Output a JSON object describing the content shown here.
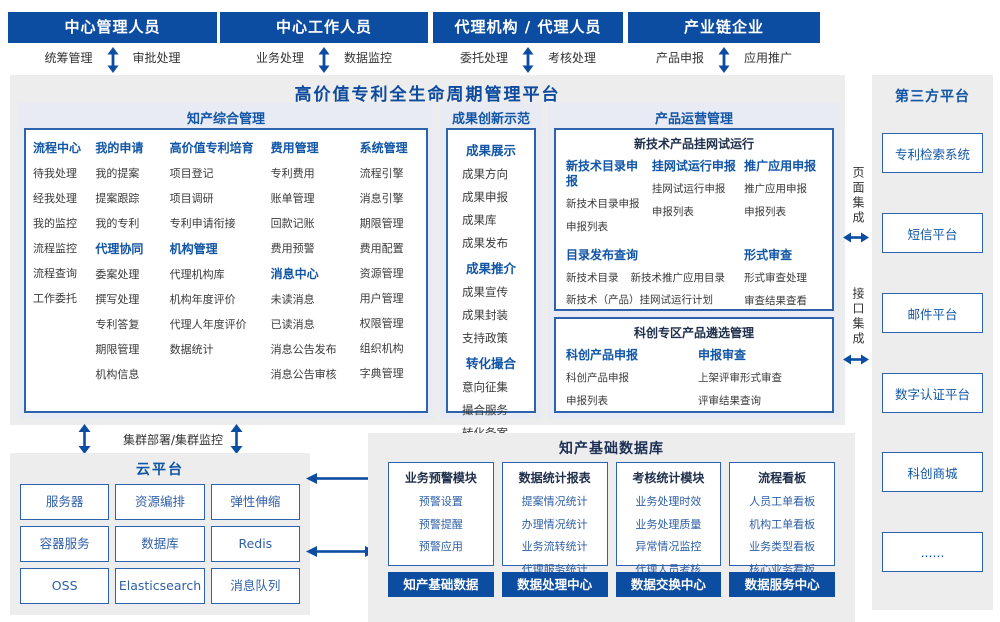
{
  "colors": {
    "primary": "#0d4da1",
    "accent_blue": "#1155a6",
    "box_border": "#2d63ad",
    "panel_bg": "#ededed",
    "section_bg": "#e8eaf4",
    "dark_title": "#20304c",
    "item_text": "#3a3a3a",
    "link_blue": "#2e5fa7"
  },
  "actors": [
    {
      "title": "中心管理人员",
      "left": "统筹管理",
      "right": "审批处理"
    },
    {
      "title": "中心工作人员",
      "left": "业务处理",
      "right": "数据监控"
    },
    {
      "title": "代理机构 / 代理人员",
      "left": "委托处理",
      "right": "考核处理"
    },
    {
      "title": "产业链企业",
      "left": "产品申报",
      "right": "应用推广"
    }
  ],
  "platform_title": "高价值专利全生命周期管理平台",
  "ip": {
    "title": "知产综合管理",
    "columns": [
      {
        "groups": [
          {
            "header": "流程中心",
            "items": [
              "待我处理",
              "经我处理",
              "我的监控",
              "流程监控",
              "流程查询",
              "工作委托"
            ]
          }
        ]
      },
      {
        "groups": [
          {
            "header": "我的申请",
            "items": [
              "我的提案",
              "提案跟踪",
              "我的专利"
            ]
          },
          {
            "header": "代理协同",
            "items": [
              "委案处理",
              "撰写处理",
              "专利答复",
              "期限管理",
              "机构信息"
            ]
          }
        ]
      },
      {
        "groups": [
          {
            "header": "高价值专利培育",
            "items": [
              "项目登记",
              "项目调研",
              "专利申请衔接"
            ]
          },
          {
            "header": "机构管理",
            "items": [
              "代理机构库",
              "机构年度评价",
              "代理人年度评价",
              "数据统计"
            ]
          }
        ]
      },
      {
        "groups": [
          {
            "header": "费用管理",
            "items": [
              "专利费用",
              "账单管理",
              "回款记账",
              "费用预警"
            ]
          },
          {
            "header": "消息中心",
            "items": [
              "未读消息",
              "已读消息",
              "消息公告发布",
              "消息公告审核"
            ]
          }
        ]
      },
      {
        "groups": [
          {
            "header": "系统管理",
            "items": [
              "流程引擎",
              "消息引擎",
              "期限管理",
              "费用配置",
              "资源管理",
              "用户管理",
              "权限管理",
              "组织机构",
              "字典管理"
            ]
          }
        ]
      }
    ]
  },
  "achievement": {
    "title": "成果创新示范",
    "groups": [
      {
        "header": "成果展示",
        "items": [
          "成果方向",
          "成果申报",
          "成果库",
          "成果发布"
        ]
      },
      {
        "header": "成果推介",
        "items": [
          "成果宣传",
          "成果封装",
          "支持政策"
        ]
      },
      {
        "header": "转化撮合",
        "items": [
          "意向征集",
          "撮合服务",
          "转化备案"
        ]
      }
    ]
  },
  "product_ops": {
    "title": "产品运营管理",
    "online_trial": {
      "title": "新技术产品挂网试运行",
      "groups": [
        {
          "header": "新技术目录申报",
          "items": [
            "新技术目录申报",
            "申报列表"
          ]
        },
        {
          "header": "挂网试运行申报",
          "items": [
            "挂网试运行申报",
            "申报列表"
          ]
        },
        {
          "header": "推广应用申报",
          "items": [
            "推广应用申报",
            "申报列表"
          ]
        }
      ],
      "catalog": {
        "header": "目录发布查询",
        "row1": [
          "新技术目录",
          "新技术推广应用目录"
        ],
        "row2": "新技术（产品）挂网试运行计划"
      },
      "review": {
        "header": "形式审查",
        "items": [
          "形式审查处理",
          "审查结果查看"
        ]
      }
    },
    "sci": {
      "title": "科创专区产品遴选管理",
      "groups": [
        {
          "header": "科创产品申报",
          "items": [
            "科创产品申报",
            "申报列表"
          ]
        },
        {
          "header": "申报审查",
          "items": [
            "上架评审形式审查",
            "评审结果查询"
          ]
        }
      ]
    }
  },
  "third_party": {
    "title": "第三方平台",
    "boxes": [
      "专利检索系统",
      "短信平台",
      "邮件平台",
      "数字认证平台",
      "科创商城",
      "......"
    ]
  },
  "integration": {
    "page": "页面集成",
    "interface": "接口集成"
  },
  "cluster_label": "集群部署/集群监控",
  "cloud": {
    "title": "云平台",
    "cells": [
      "服务器",
      "资源编排",
      "弹性伸缩",
      "容器服务",
      "数据库",
      "Redis",
      "OSS",
      "Elasticsearch",
      "消息队列"
    ]
  },
  "database": {
    "title": "知产基础数据库",
    "modules": [
      {
        "header": "业务预警模块",
        "items": [
          "预警设置",
          "预警提醒",
          "预警应用"
        ]
      },
      {
        "header": "数据统计报表",
        "items": [
          "提案情况统计",
          "办理情况统计",
          "业务流转统计",
          "代理服务统计"
        ]
      },
      {
        "header": "考核统计模块",
        "items": [
          "业务处理时效",
          "业务处理质量",
          "异常情况监控",
          "代理人员考核"
        ]
      },
      {
        "header": "流程看板",
        "items": [
          "人员工单看板",
          "机构工单看板",
          "业务类型看板",
          "核心业务看板"
        ]
      }
    ],
    "centers": [
      "知产基础数据",
      "数据处理中心",
      "数据交换中心",
      "数据服务中心"
    ]
  }
}
